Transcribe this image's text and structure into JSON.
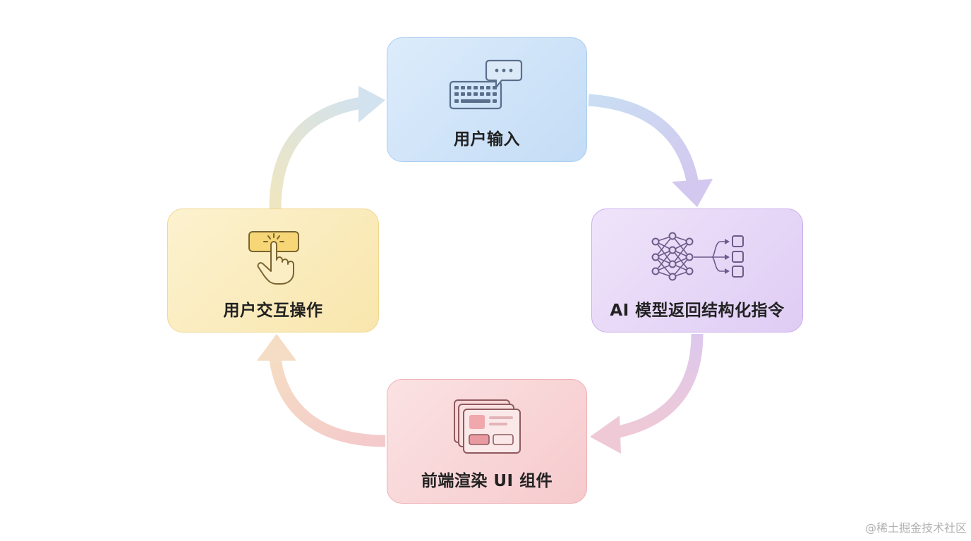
{
  "nodes": {
    "input": {
      "label": "用户输入",
      "icon": "keyboard-chat-icon"
    },
    "ai": {
      "label": "AI 模型返回结构化指令",
      "icon": "neural-network-icon"
    },
    "render": {
      "label": "前端渲染 UI 组件",
      "icon": "ui-components-icon"
    },
    "interact": {
      "label": "用户交互操作",
      "icon": "pointer-click-icon"
    }
  },
  "edges": [
    {
      "from": "input",
      "to": "ai"
    },
    {
      "from": "ai",
      "to": "render"
    },
    {
      "from": "render",
      "to": "interact"
    },
    {
      "from": "interact",
      "to": "input"
    }
  ],
  "colors": {
    "input": "#a9cdef",
    "ai": "#c9aeea",
    "render": "#efb0b4",
    "interact": "#f0d68e"
  },
  "watermark": "@稀土掘金技术社区"
}
